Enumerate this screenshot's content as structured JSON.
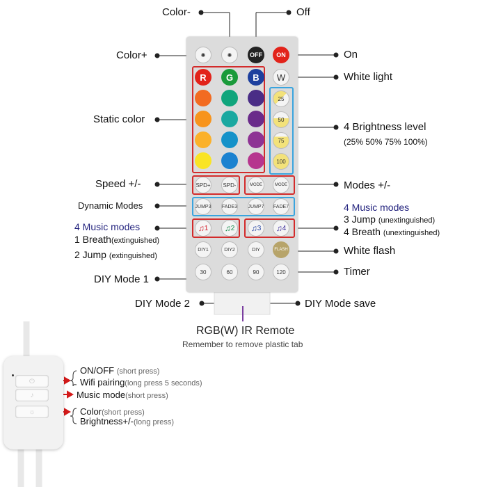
{
  "remote_labels": {
    "color_minus": "Color-",
    "off": "Off",
    "color_plus": "Color+",
    "on": "On",
    "white_light": "White light",
    "static_color": "Static color",
    "brightness": "4 Brightness level",
    "brightness_values": "(25% 50% 75% 100%)",
    "speed": "Speed +/-",
    "modes": "Modes +/-",
    "dynamic_modes": "Dynamic Modes",
    "music_modes_right": "4 Music modes",
    "jump3": "3 Jump",
    "unext1": "(unextinguished)",
    "breath4": "4 Breath",
    "unext2": "(unextinguished)",
    "music_modes_left": "4 Music modes",
    "breath1": "1 Breath",
    "ext1": "(extinguished)",
    "jump2": "2 Jump",
    "ext2": "(extinguished)",
    "white_flash": "White flash",
    "diy_mode1": "DIY Mode 1",
    "timer": "Timer",
    "diy_mode2": "DIY Mode 2",
    "diy_save": "DIY Mode save",
    "title": "RGB(W) IR Remote",
    "subtitle": "Remember to remove plastic tab"
  },
  "buttons": {
    "off": "OFF",
    "on": "ON",
    "r": "R",
    "g": "G",
    "b": "B",
    "w": "W",
    "b25": "25",
    "b50": "50",
    "b75": "75",
    "b100": "100",
    "spd_plus": "SPD+",
    "spd_minus": "SPD-",
    "mode_plus": "MODE",
    "mode_minus": "MODE",
    "jump3": "JUMP3",
    "fade3": "FADE3",
    "jump7": "JUMP7",
    "fade7": "FADE7",
    "m1": "1",
    "m2": "2",
    "m3": "3",
    "m4": "4",
    "diy1": "DIY1",
    "diy2": "DIY2",
    "diysave": "DIY",
    "flash": "FLASH",
    "t30": "30",
    "t60": "60",
    "t90": "90",
    "t120": "120"
  },
  "controller": {
    "onoff": "ON/OFF",
    "short1": "(short press)",
    "wifi": "Wifi pairing",
    "long1": "(long press 5 seconds)",
    "music": "Music mode",
    "short2": "(short press)",
    "color": "Color",
    "short3": "(short press)",
    "brightness": "Brightness+/-",
    "long2": "(long press)"
  },
  "colors": {
    "red_button": "#e2231a",
    "green_button": "#1a9a3a",
    "blue_button": "#1d3f9e",
    "highlight_red": "#d32b2b",
    "highlight_blue": "#3aa4de"
  }
}
